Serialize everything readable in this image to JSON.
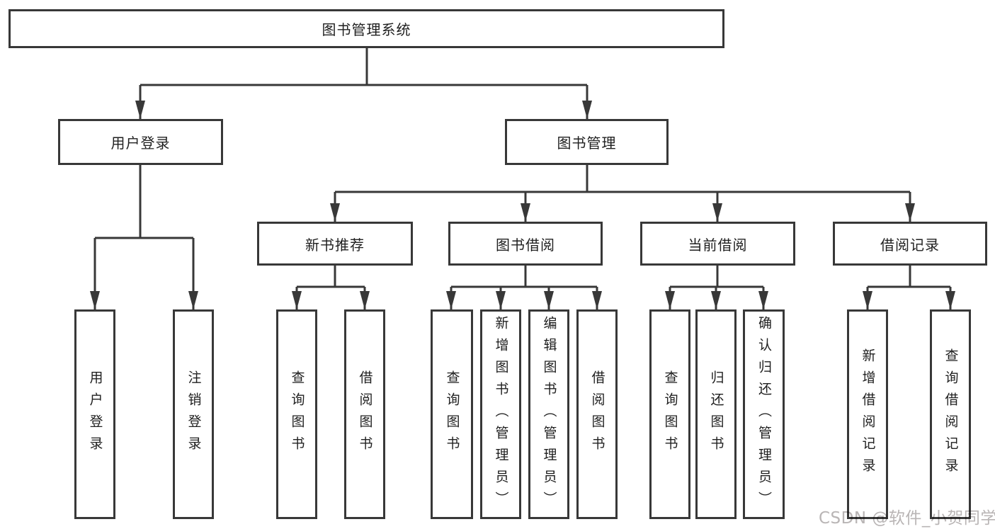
{
  "diagram_type": "functional-structure-tree",
  "tree": {
    "label": "图书管理系统",
    "children": [
      {
        "label": "用户登录",
        "children": [
          {
            "label": "用户登录"
          },
          {
            "label": "注销登录"
          }
        ]
      },
      {
        "label": "图书管理",
        "children": [
          {
            "label": "新书推荐",
            "children": [
              {
                "label": "查询图书"
              },
              {
                "label": "借阅图书"
              }
            ]
          },
          {
            "label": "图书借阅",
            "children": [
              {
                "label": "查询图书"
              },
              {
                "label": "新增图书（管理员）"
              },
              {
                "label": "编辑图书（管理员）"
              },
              {
                "label": "借阅图书"
              }
            ]
          },
          {
            "label": "当前借阅",
            "children": [
              {
                "label": "查询图书"
              },
              {
                "label": "归还图书"
              },
              {
                "label": "确认归还（管理员）"
              }
            ]
          },
          {
            "label": "借阅记录",
            "children": [
              {
                "label": "新增借阅记录"
              },
              {
                "label": "查询借阅记录"
              }
            ]
          }
        ]
      }
    ]
  },
  "watermark": {
    "text": "CSDN @软件_小贺同学",
    "color": "#b9b5b5"
  },
  "colors": {
    "line": "#383838",
    "text": "#1f1f1f",
    "background": "#ffffff"
  }
}
